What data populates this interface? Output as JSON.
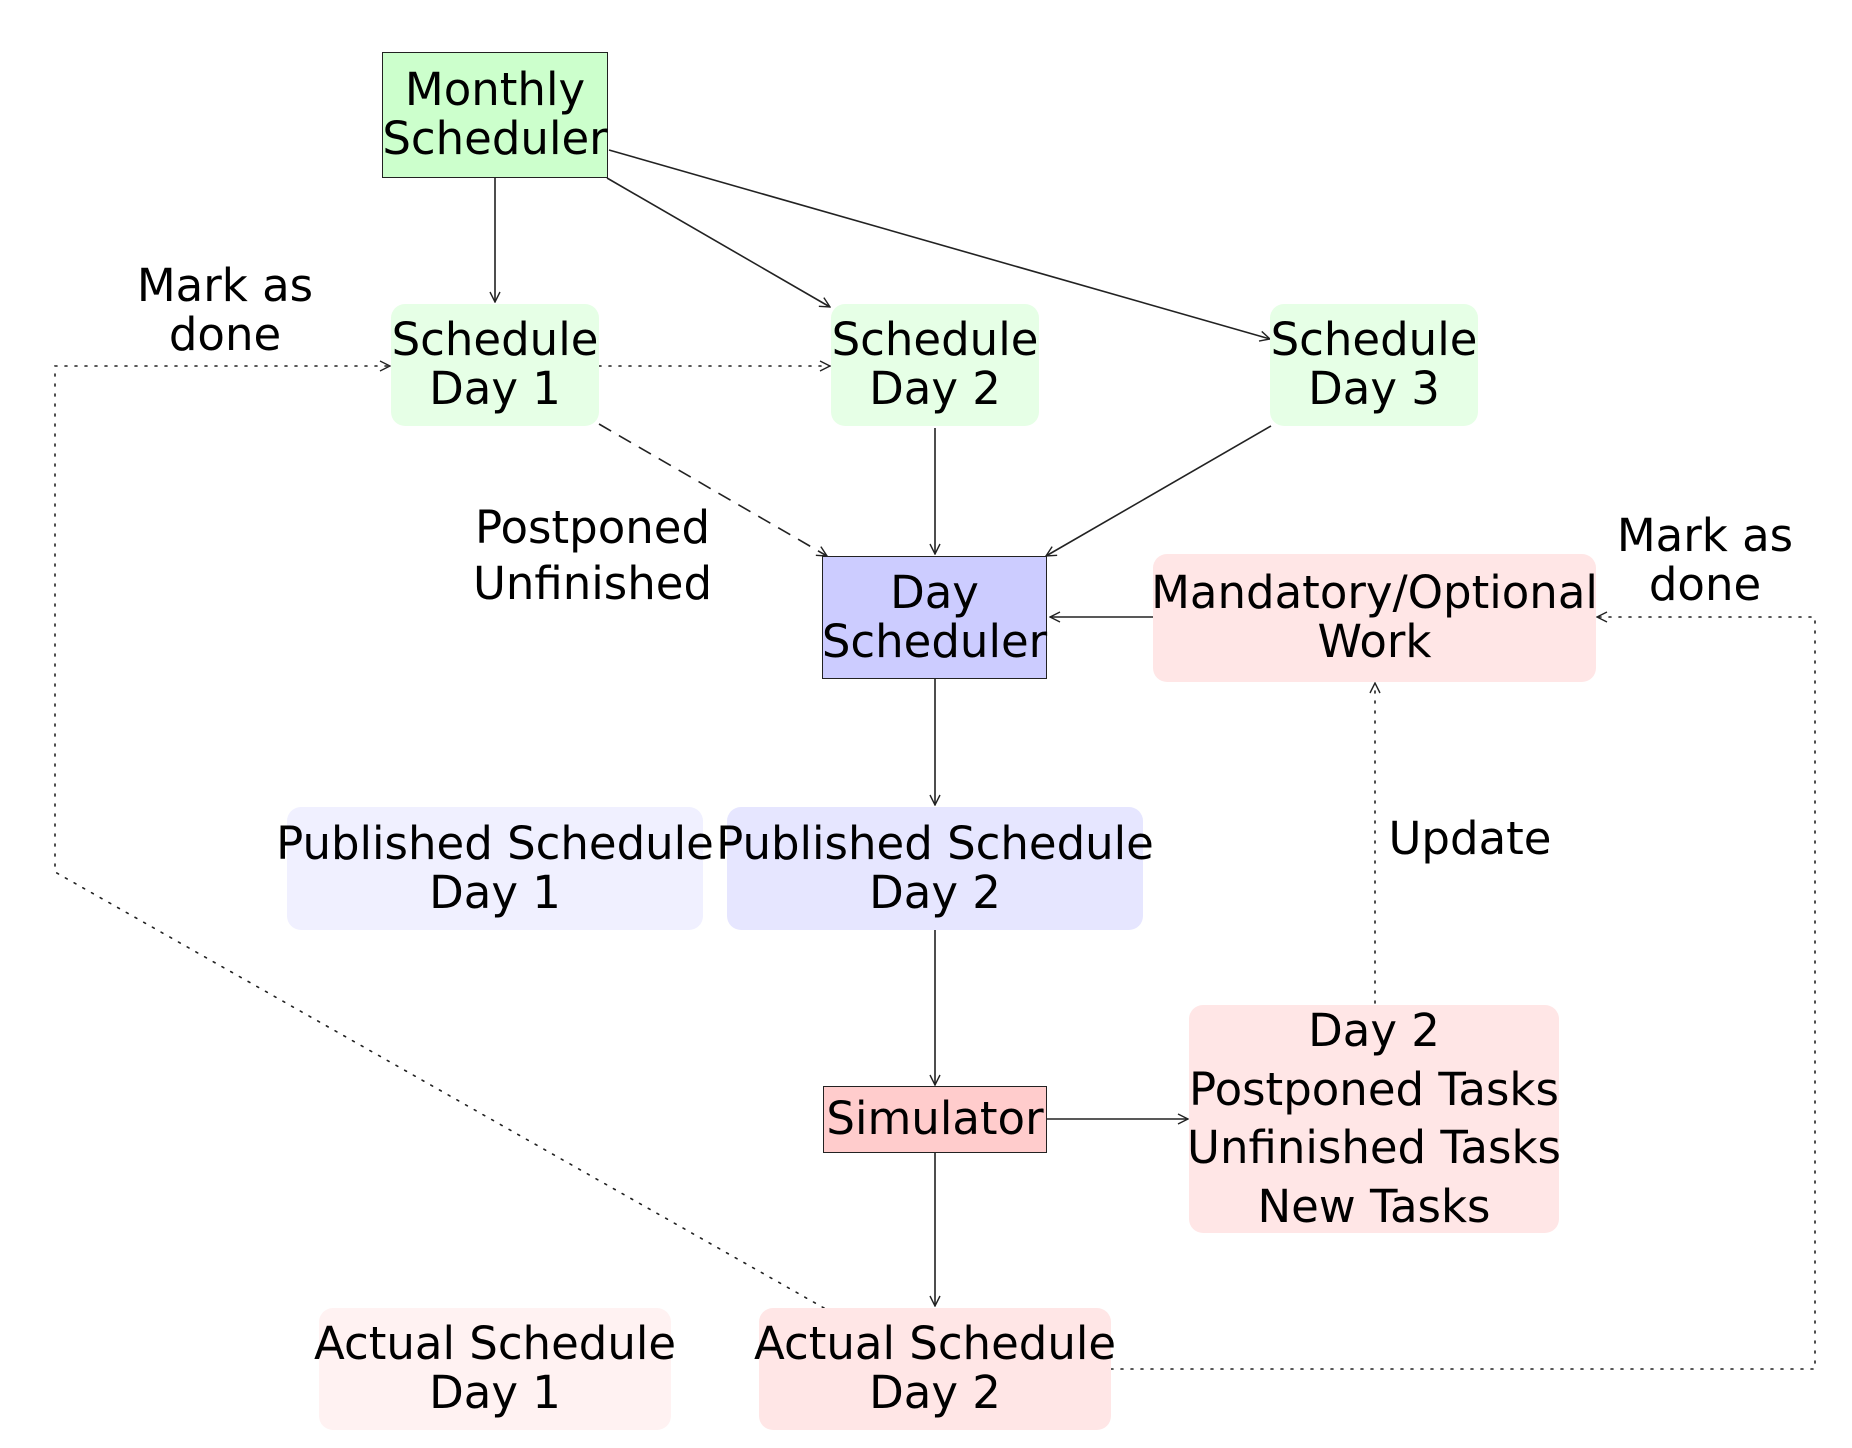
{
  "nodes": {
    "monthly_scheduler": {
      "line1": "Monthly",
      "line2": "Scheduler",
      "color": "#ccffcc"
    },
    "schedule_day1": {
      "line1": "Schedule",
      "line2": "Day 1",
      "color": "#e6ffe6"
    },
    "schedule_day2": {
      "line1": "Schedule",
      "line2": "Day 2",
      "color": "#e6ffe6"
    },
    "schedule_day3": {
      "line1": "Schedule",
      "line2": "Day 3",
      "color": "#e6ffe6"
    },
    "day_scheduler": {
      "line1": "Day",
      "line2": "Scheduler",
      "color": "#ccccff"
    },
    "mandatory_optional": {
      "line1": "Mandatory/Optional",
      "line2": "Work",
      "color": "#ffe6e6"
    },
    "published_day1": {
      "line1": "Published Schedule",
      "line2": "Day 1",
      "color": "#f0f0ff"
    },
    "published_day2": {
      "line1": "Published Schedule",
      "line2": "Day 2",
      "color": "#e6e6ff"
    },
    "simulator": {
      "line1": "Simulator",
      "color": "#ffcccc"
    },
    "day2_tasks": {
      "line1": "Day 2",
      "line2": "Postponed Tasks",
      "line3": "Unfinished Tasks",
      "line4": "New Tasks",
      "color": "#ffe6e6"
    },
    "actual_day1": {
      "line1": "Actual Schedule",
      "line2": "Day 1",
      "color": "#fff2f2"
    },
    "actual_day2": {
      "line1": "Actual Schedule",
      "line2": "Day 2",
      "color": "#ffe6e6"
    }
  },
  "labels": {
    "mark_done_left": {
      "line1": "Mark as",
      "line2": "done"
    },
    "mark_done_right": {
      "line1": "Mark as",
      "line2": "done"
    },
    "postponed_unfinished": {
      "line1": "Postponed",
      "line2": "Unfinished"
    },
    "update": "Update"
  }
}
